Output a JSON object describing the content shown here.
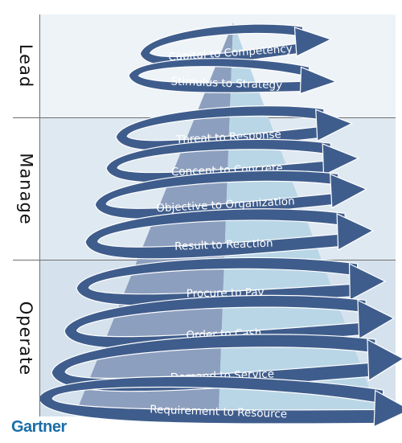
{
  "layers": [
    {
      "label": "Lead"
    },
    {
      "label": "Manage"
    },
    {
      "label": "Operate"
    }
  ],
  "spirals": [
    {
      "text": "Capital to Competency"
    },
    {
      "text": "Stimulus to Strategy"
    },
    {
      "text": "Threat to Response"
    },
    {
      "text": "Concept to Concrete"
    },
    {
      "text": "Objective to Organization"
    },
    {
      "text": "Result to Reaction"
    },
    {
      "text": "Procure to Pay"
    },
    {
      "text": "Order to Cash"
    },
    {
      "text": "Demand to Service"
    },
    {
      "text": "Requirement to Resource"
    }
  ],
  "brand": {
    "name": "Gartner"
  },
  "colors": {
    "arrow_fill": "#3f5d8c",
    "arrow_stroke": "#ffffff",
    "pyramid_left": "#8d9fbe",
    "pyramid_right": "#b9d6e6",
    "logo": "#1b6ea8"
  }
}
